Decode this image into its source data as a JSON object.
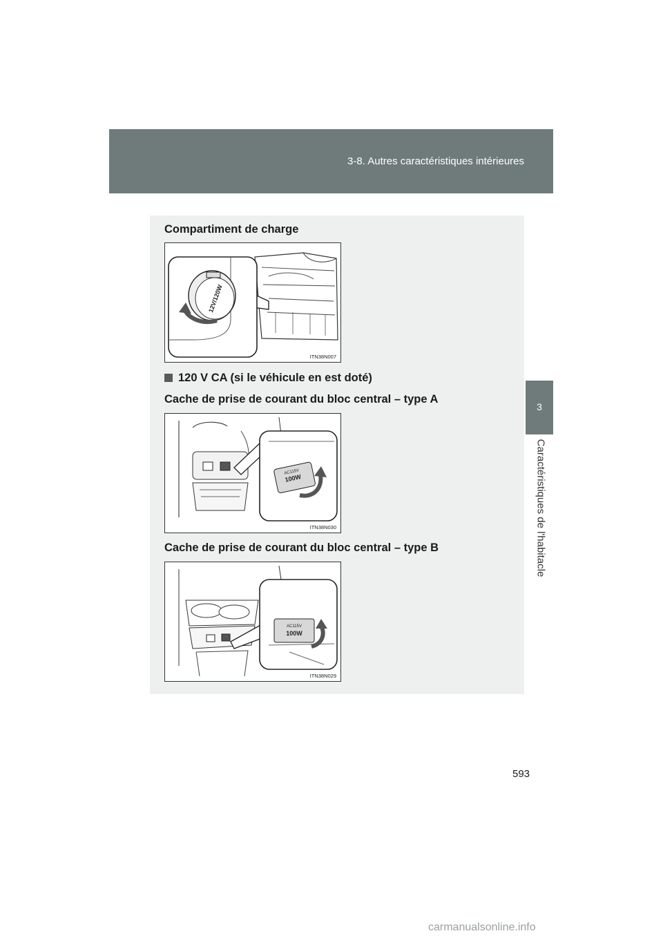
{
  "header": {
    "section_title": "3-8. Autres caractéristiques intérieures"
  },
  "side_tab": {
    "chapter_number": "3",
    "chapter_label": "Caractéristiques de l'habitacle"
  },
  "content": {
    "heading_charge": "Compartiment de charge",
    "bullet_120v": "120 V CA (si le véhicule en est doté)",
    "heading_type_a": "Cache de prise de courant du bloc central – type A",
    "heading_type_b": "Cache de prise de courant du bloc central – type B"
  },
  "figures": {
    "fig1_code": "ITN38N007",
    "fig1_cap_label": "12V/120W",
    "fig2_code": "ITN38N030",
    "fig2_cover_top": "AC115V",
    "fig2_cover_value": "100W",
    "fig3_code": "ITN38N029",
    "fig3_cover_top": "AC115V",
    "fig3_cover_value": "100W"
  },
  "footer": {
    "page_number": "593",
    "watermark": "carmanualsonline.info"
  }
}
